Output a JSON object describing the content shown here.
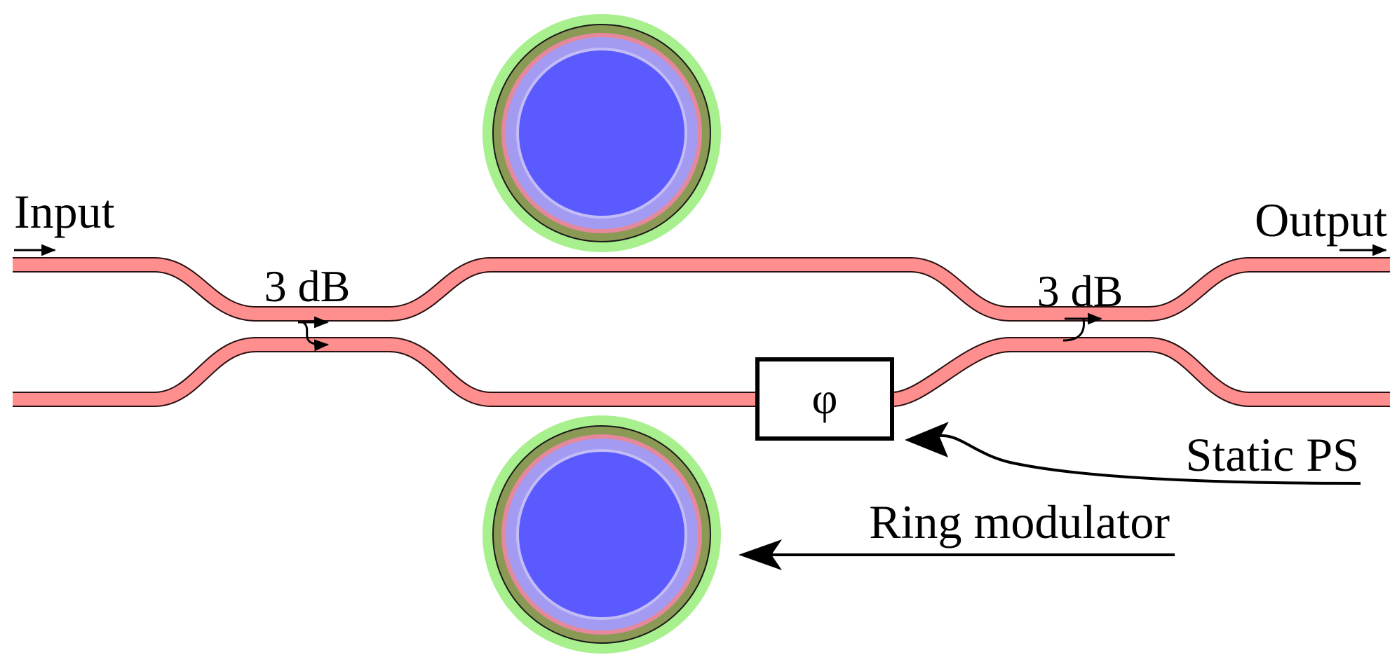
{
  "labels": {
    "input": "Input",
    "output": "Output",
    "coupler_left": "3 dB",
    "coupler_right": "3 dB",
    "phase_symbol": "φ",
    "static_ps": "Static PS",
    "ring_modulator": "Ring modulator"
  },
  "colors": {
    "waveguide": "#ff8f8f",
    "waveguide_outline": "#2a1010",
    "ring_outer_glow": "#a8f08e",
    "ring_core": "#5a5aff",
    "ring_lavender": "#a39bf2",
    "ring_pink": "#e6889c",
    "ring_olive": "#8a9a55"
  },
  "icons": {
    "phase_shifter": "phi-box",
    "ring": "ring-resonator",
    "arrow": "arrow-icon"
  }
}
